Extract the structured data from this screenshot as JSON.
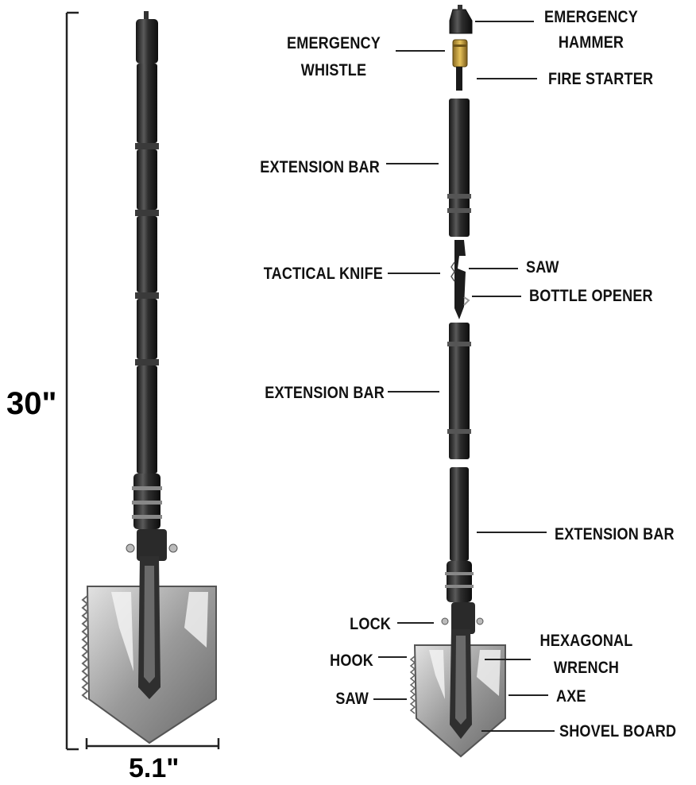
{
  "dimensions": {
    "height": "30\"",
    "width": "5.1\""
  },
  "labels": {
    "emergency_hammer": "EMERGENCY HAMMER",
    "emergency_whistle": "EMERGENCY WHISTLE",
    "fire_starter": "FIRE STARTER",
    "extension_bar_1": "EXTENSION BAR",
    "tactical_knife": "TACTICAL KNIFE",
    "saw_knife": "SAW",
    "bottle_opener": "BOTTLE OPENER",
    "extension_bar_2": "EXTENSION BAR",
    "extension_bar_3": "EXTENSION BAR",
    "lock": "LOCK",
    "hook": "HOOK",
    "saw_shovel": "SAW",
    "hexagonal_wrench": "HEXAGONAL WRENCH",
    "axe": "AXE",
    "shovel_board": "SHOVEL BOARD"
  }
}
